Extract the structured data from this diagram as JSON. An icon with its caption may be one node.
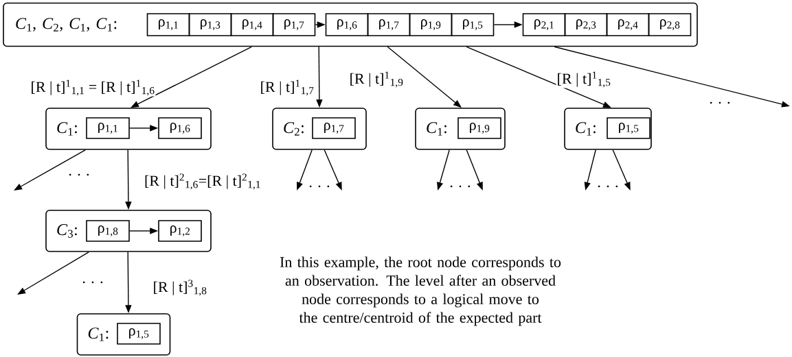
{
  "diagram": {
    "nodes": [
      {
        "text": [
          "*C*$_{1}$, *C*$_{2}$, *C*$_{1}$, *C*$_{1}$:"
        ]
      },
      {
        "text": [
          "ρ$_{1,1}$"
        ],
        "in": 0
      },
      {
        "text": [
          "ρ$_{1,3}$"
        ],
        "in": 0
      },
      {
        "text": [
          "ρ$_{1,4}$"
        ],
        "in": 0
      },
      {
        "text": [
          "ρ$_{1,7}$"
        ],
        "in": 0
      },
      {
        "text": [
          "ρ$_{1,6}$"
        ],
        "in": 0
      },
      {
        "text": [
          "ρ$_{1,7}$"
        ],
        "in": 0
      },
      {
        "text": [
          "ρ$_{1,9}$"
        ],
        "in": 0
      },
      {
        "text": [
          "ρ$_{1,5}$"
        ],
        "in": 0
      },
      {
        "text": [
          "ρ$_{2,1}$"
        ],
        "in": 0
      },
      {
        "text": [
          "ρ$_{2,3}$"
        ],
        "in": 0
      },
      {
        "text": [
          "ρ$_{2,4}$"
        ],
        "in": 0
      },
      {
        "text": [
          "ρ$_{2,8}$"
        ],
        "in": 0
      },
      {
        "text": [
          "*C*$_{1}$:"
        ]
      },
      {
        "text": [
          "ρ$_{1,1}$"
        ],
        "in": 13
      },
      {
        "text": [
          "ρ$_{1,6}$"
        ],
        "in": 13
      },
      {
        "text": [
          "*C*$_{2}$:"
        ]
      },
      {
        "text": [
          "ρ$_{1,7}$"
        ],
        "in": 16
      },
      {
        "text": [
          "*C*$_{1}$:"
        ]
      },
      {
        "text": [
          "ρ$_{1,9}$"
        ],
        "in": 18
      },
      {
        "text": [
          "*C*$_{1}$:"
        ]
      },
      {
        "text": [
          "ρ$_{1,5}$"
        ],
        "in": 20
      },
      {
        "text": [
          "*C*$_{3}$:"
        ]
      },
      {
        "text": [
          "ρ$_{1,8}$"
        ],
        "in": 22
      },
      {
        "text": [
          "ρ$_{1,2}$"
        ],
        "in": 22
      },
      {
        "text": [
          "*C*$_{1}$:"
        ]
      },
      {
        "text": [
          "ρ$_{1,5}$"
        ],
        "in": 25
      },
      {
        "text": [
          ". . ."
        ]
      },
      {
        "text": [
          ". . ."
        ]
      },
      {
        "text": [
          ". . ."
        ]
      }
    ],
    "edges": [
      {
        "from": 4,
        "to": 5,
        "arrow": "to"
      },
      {
        "from": 8,
        "to": 9,
        "arrow": "to"
      },
      {
        "from": 0,
        "to": 13,
        "arrow": "to",
        "label": "[R | t]$^{1}$$_{1,1}$ = [R | t]$^{1}$$_{1,6}$"
      },
      {
        "from": 0,
        "to": 16,
        "arrow": "to",
        "label": "[R | t]$^{1}$$_{1,7}$"
      },
      {
        "from": 0,
        "to": 18,
        "arrow": "to",
        "label": "[R | t]$^{1}$$_{1,9}$"
      },
      {
        "from": 0,
        "to": 20,
        "arrow": "to",
        "label": "[R | t]$^{1}$$_{1,5}$"
      },
      {
        "from": 0,
        "to": null,
        "arrow": "to"
      },
      {
        "from": 14,
        "to": 15,
        "arrow": "to"
      },
      {
        "from": 13,
        "to": null,
        "arrow": "to"
      },
      {
        "from": 13,
        "to": 22,
        "arrow": "to",
        "label": "[R | t]$^{2}$$_{1,6}$=[R | t]$^{2}$$_{1,1}$"
      },
      {
        "from": 16,
        "to": 27,
        "arrow": "to"
      },
      {
        "from": 16,
        "to": 27,
        "arrow": "to"
      },
      {
        "from": 18,
        "to": 28,
        "arrow": "to"
      },
      {
        "from": 18,
        "to": 28,
        "arrow": "to"
      },
      {
        "from": 20,
        "to": 29,
        "arrow": "to"
      },
      {
        "from": 20,
        "to": 29,
        "arrow": "to"
      },
      {
        "from": 23,
        "to": 24,
        "arrow": "to"
      },
      {
        "from": 22,
        "to": null,
        "arrow": "to"
      },
      {
        "from": 22,
        "to": 25,
        "arrow": "to",
        "label": "[R | t]$^{3}$$_{1,8}$"
      }
    ],
    "labels": [
      ". . .",
      ". . .",
      ". . .",
      "In this example, the root node corresponds to an observation. The level after an observed node corresponds to a logical move to the centre/centroid of the expected part"
    ]
  }
}
